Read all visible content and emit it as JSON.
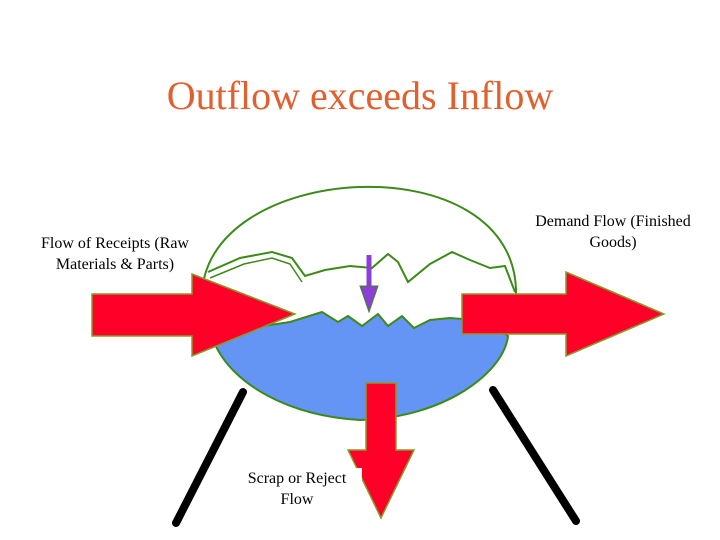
{
  "title": "Outflow exceeds Inflow",
  "labels": {
    "inflow": "Flow of Receipts (Raw Materials & Parts)",
    "demand": "Demand Flow (Finished Goods)",
    "scrap": "Scrap or Reject Flow"
  },
  "colors": {
    "title": "#e06030",
    "arrow": "#ff0028",
    "arrow_border": "#8a9a2a",
    "liquid": "#6494f4",
    "bowl_outline": "#3c8a18",
    "level_marker": "#8b3fd6",
    "legs": "#000000"
  }
}
